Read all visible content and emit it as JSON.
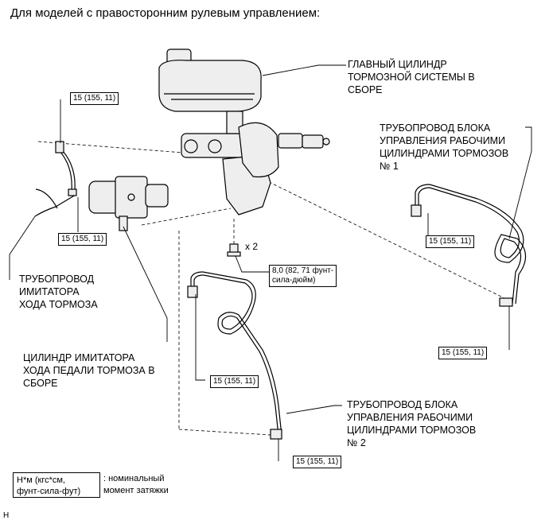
{
  "heading": "Для моделей с правосторонним рулевым управлением:",
  "labels": {
    "master_cylinder": [
      "ГЛАВНЫЙ ЦИЛИНДР",
      "ТОРМОЗНОЙ СИСТЕМЫ В",
      "СБОРЕ"
    ],
    "pipe_no1": [
      "ТРУБОПРОВОД БЛОКА",
      "УПРАВЛЕНИЯ РАБОЧИМИ",
      "ЦИЛИНДРАМИ ТОРМОЗОВ",
      "№ 1"
    ],
    "simulator_pipe": [
      "ТРУБОПРОВОД",
      "ИМИТАТОРА",
      "ХОДА ТОРМОЗА"
    ],
    "simulator_cylinder": [
      "ЦИЛИНДР ИМИТАТОРА",
      "ХОДА ПЕДАЛИ ТОРМОЗА В",
      "СБОРЕ"
    ],
    "pipe_no2": [
      "ТРУБОПРОВОД БЛОКА",
      "УПРАВЛЕНИЯ РАБОЧИМИ",
      "ЦИЛИНДРАМИ ТОРМОЗОВ",
      "№ 2"
    ]
  },
  "torques": {
    "t1": "15 (155, 11)",
    "t2": "15 (155, 11)",
    "t3": "15 (155, 11)",
    "t4": "15 (155, 11)",
    "t5": "15 (155, 11)",
    "t6": "15 (155, 11)",
    "nut": [
      "8,0 (82, 71 фунт-",
      "сила-дюйм)"
    ]
  },
  "quantity": "x 2",
  "legend": {
    "box": [
      "Н*м (кгс*см,",
      "фунт-сила-фут)"
    ],
    "text": [
      ": номинальный",
      "момент затяжки"
    ]
  },
  "footer": "H",
  "colors": {
    "line": "#000000",
    "part_fill": "#eeeeee"
  }
}
